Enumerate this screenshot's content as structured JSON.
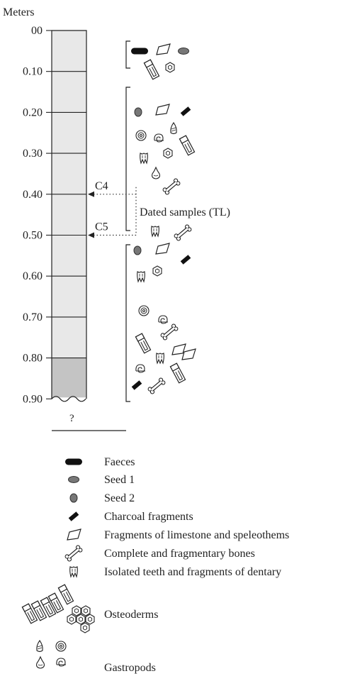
{
  "axis_title": "Meters",
  "depth_ticks": [
    "00",
    "0.10",
    "0.20",
    "0.30",
    "0.40",
    "0.50",
    "0.60",
    "0.70",
    "0.80",
    "0.90"
  ],
  "bottom_mark": "?",
  "samples": [
    {
      "label": "C4",
      "depth": 0.4
    },
    {
      "label": "C5",
      "depth": 0.5
    }
  ],
  "samples_caption": "Dated samples (TL)",
  "layers": [
    {
      "from": 0.0,
      "to": 0.8,
      "color": "#e8e8e8"
    },
    {
      "from": 0.8,
      "to": 0.9,
      "color": "#c4c4c4"
    }
  ],
  "legend": [
    {
      "icon": "faeces-icon",
      "label": "Faeces"
    },
    {
      "icon": "seed1-icon",
      "label": "Seed 1"
    },
    {
      "icon": "seed2-icon",
      "label": "Seed 2"
    },
    {
      "icon": "charcoal-icon",
      "label": "Charcoal fragments"
    },
    {
      "icon": "limestone-icon",
      "label": "Fragments of limestone and speleothems"
    },
    {
      "icon": "bone-icon",
      "label": "Complete and fragmentary bones"
    },
    {
      "icon": "tooth-icon",
      "label": "Isolated teeth and fragments of dentary"
    },
    {
      "icon": "osteoderm-icon",
      "label": "Osteoderms"
    },
    {
      "icon": "gastropod-icon",
      "label": "Gastropods"
    }
  ]
}
